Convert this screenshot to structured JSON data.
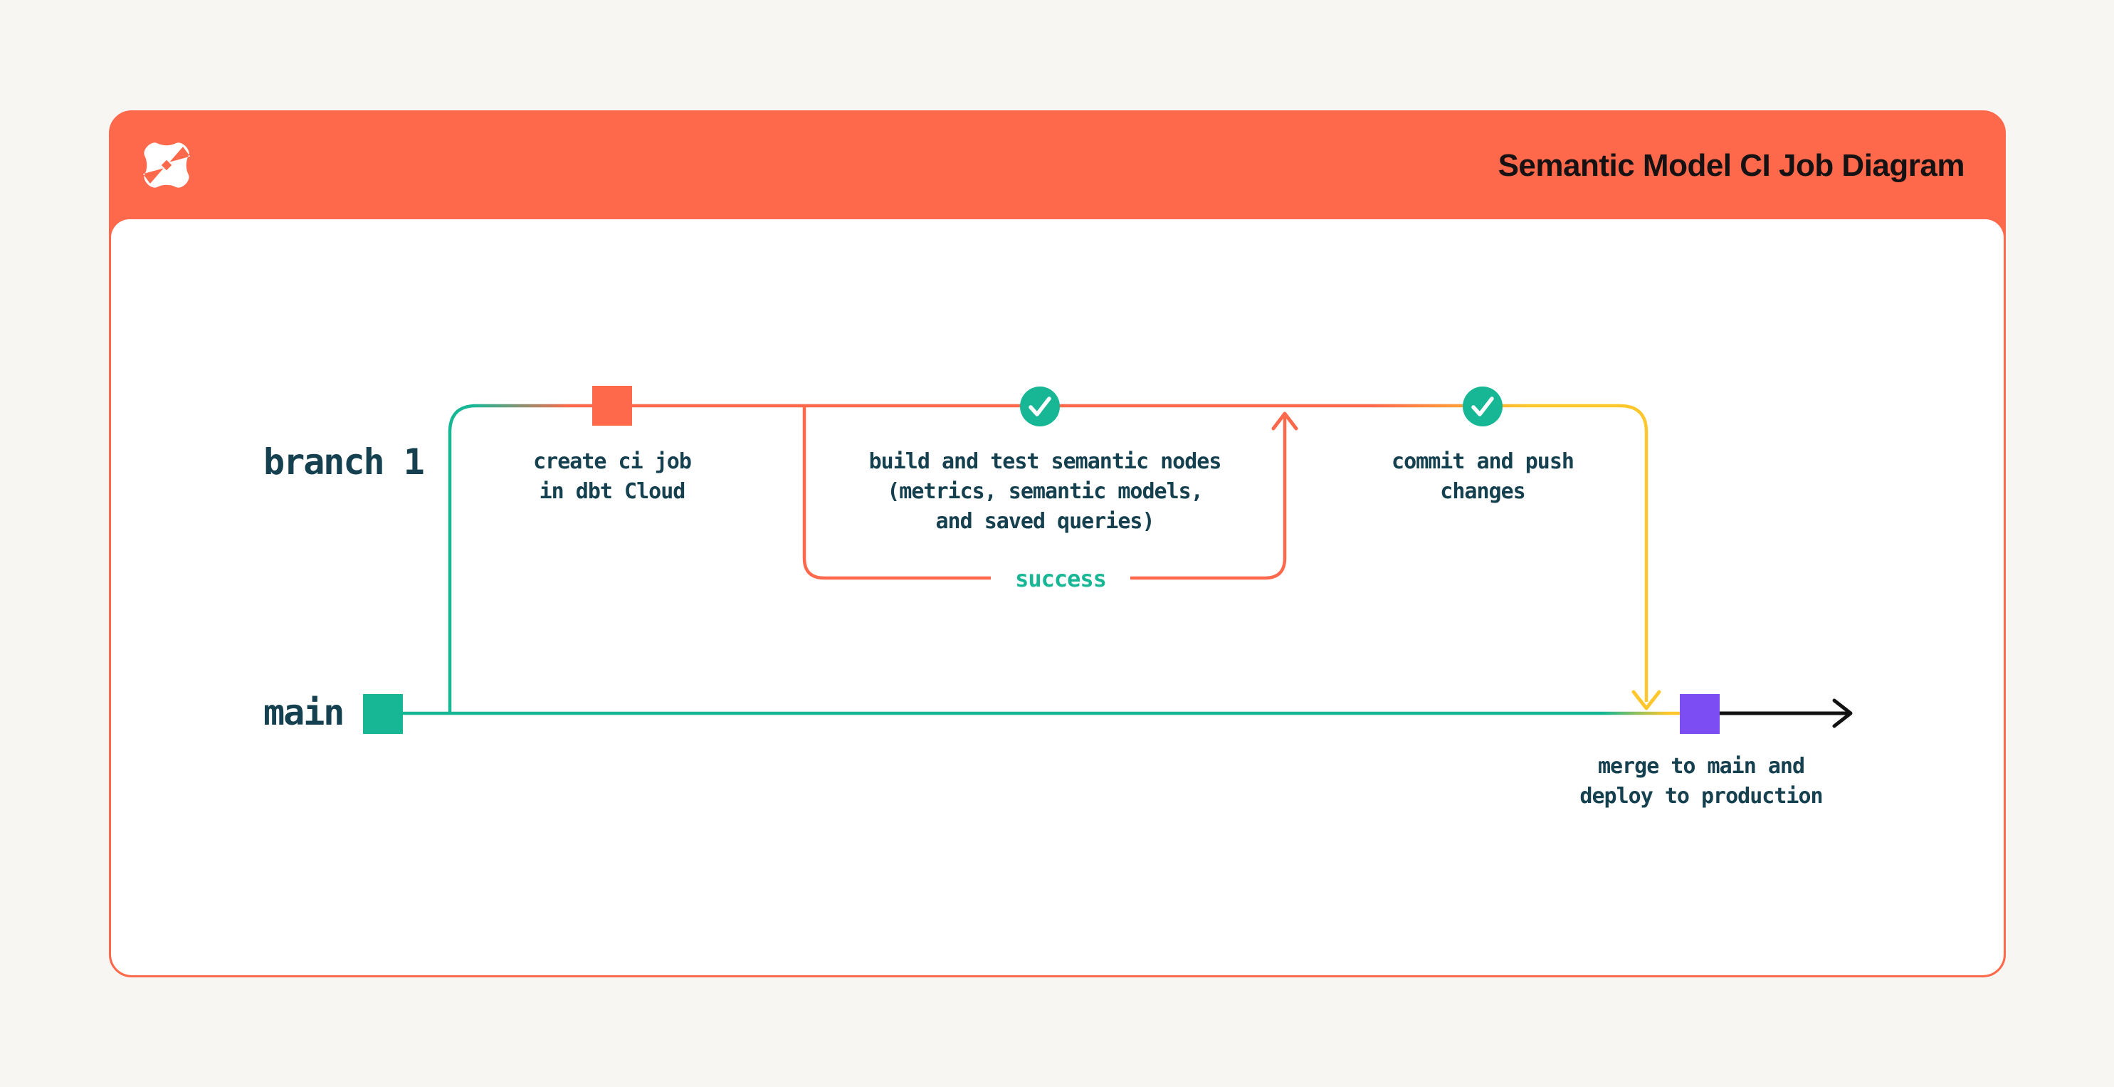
{
  "header": {
    "title": "Semantic Model CI Job Diagram",
    "logo_icon": "dbt-logo"
  },
  "diagram": {
    "branch_label": "branch 1",
    "main_label": "main",
    "success_label": "success",
    "nodes": [
      {
        "id": "create-ci-job",
        "shape": "square",
        "color_key": "orange",
        "label": "create ci job\nin dbt Cloud"
      },
      {
        "id": "build-and-test",
        "shape": "check",
        "color_key": "teal",
        "label": "build and test semantic nodes\n(metrics, semantic models,\nand saved queries)"
      },
      {
        "id": "commit-and-push",
        "shape": "check",
        "color_key": "teal",
        "label": "commit and push\nchanges"
      },
      {
        "id": "merge-to-main",
        "shape": "square",
        "color_key": "purple",
        "label": "merge to main and\ndeploy to production"
      },
      {
        "id": "main-start",
        "shape": "square",
        "color_key": "teal",
        "label": ""
      }
    ]
  },
  "colors": {
    "orange": "#ff694b",
    "teal": "#17b795",
    "yellow": "#ffc72c",
    "purple": "#7c4df3",
    "text_dark": "#15404f",
    "title_dark": "#161213",
    "arrow_black": "#121212",
    "card_bg": "#ffffff",
    "page_bg": "#f7f6f3"
  }
}
